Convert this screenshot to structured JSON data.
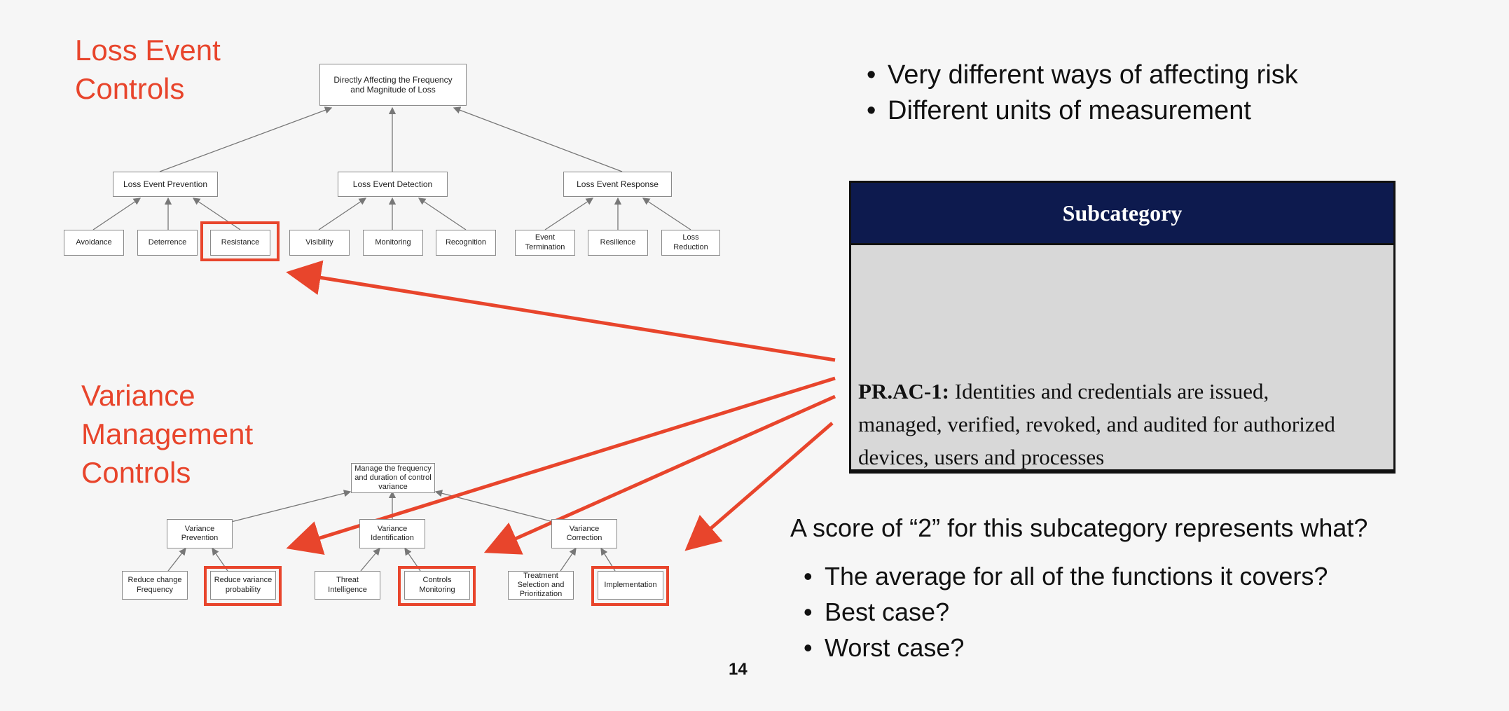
{
  "colors": {
    "accent": "#e8452c",
    "table_header_bg": "#0d1a4e",
    "table_body_bg": "#d8d8d8"
  },
  "loss_event_controls": {
    "title_lines": [
      "Loss Event",
      "Controls"
    ],
    "root": "Directly Affecting the Frequency\nand Magnitude of Loss",
    "categories": [
      "Loss Event Prevention",
      "Loss Event Detection",
      "Loss Event Response"
    ],
    "leaves": [
      "Avoidance",
      "Deterrence",
      "Resistance",
      "Visibility",
      "Monitoring",
      "Recognition",
      "Event\nTermination",
      "Resilience",
      "Loss\nReduction"
    ],
    "highlighted": [
      "Resistance"
    ]
  },
  "variance_management_controls": {
    "title_lines": [
      "Variance",
      "Management",
      "Controls"
    ],
    "root": "Manage the frequency\nand duration of control\nvariance",
    "categories": [
      "Variance\nPrevention",
      "Variance\nIdentification",
      "Variance\nCorrection"
    ],
    "leaves": [
      "Reduce change\nFrequency",
      "Reduce variance\nprobability",
      "Threat\nIntelligence",
      "Controls\nMonitoring",
      "Treatment\nSelection and\nPrioritization",
      "Implementation"
    ],
    "highlighted": [
      "Reduce variance probability",
      "Controls Monitoring",
      "Implementation"
    ]
  },
  "top_bullets": [
    "Very different ways of affecting risk",
    "Different units of measurement"
  ],
  "subcategory_table": {
    "header": "Subcategory",
    "id": "PR.AC-1:",
    "text_lines": [
      " Identities and credentials are issued,",
      "managed, verified, revoked, and audited for authorized",
      "devices, users and processes"
    ]
  },
  "question": "A score of “2” for this subcategory represents what?",
  "bottom_bullets": [
    "The average for all of the functions it covers?",
    "Best case?",
    "Worst case?"
  ],
  "page_number": "14"
}
